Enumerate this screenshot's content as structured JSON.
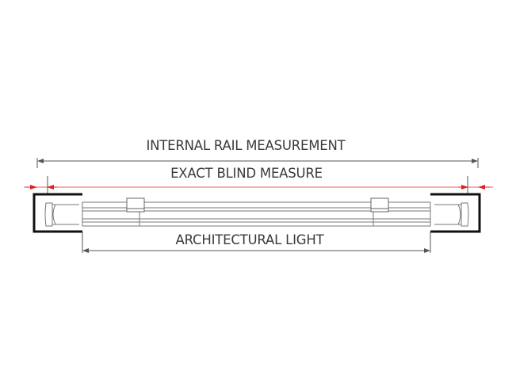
{
  "labels": {
    "internal_rail": "INTERNAL RAIL MEASUREMENT",
    "exact_blind": "EXACT BLIND MEASURE",
    "architectural_light": "ARCHITECTURAL LIGHT"
  },
  "colors": {
    "dimension_line": "#555555",
    "accent_line": "#e02020",
    "frame": "#111111",
    "background": "#ffffff"
  }
}
